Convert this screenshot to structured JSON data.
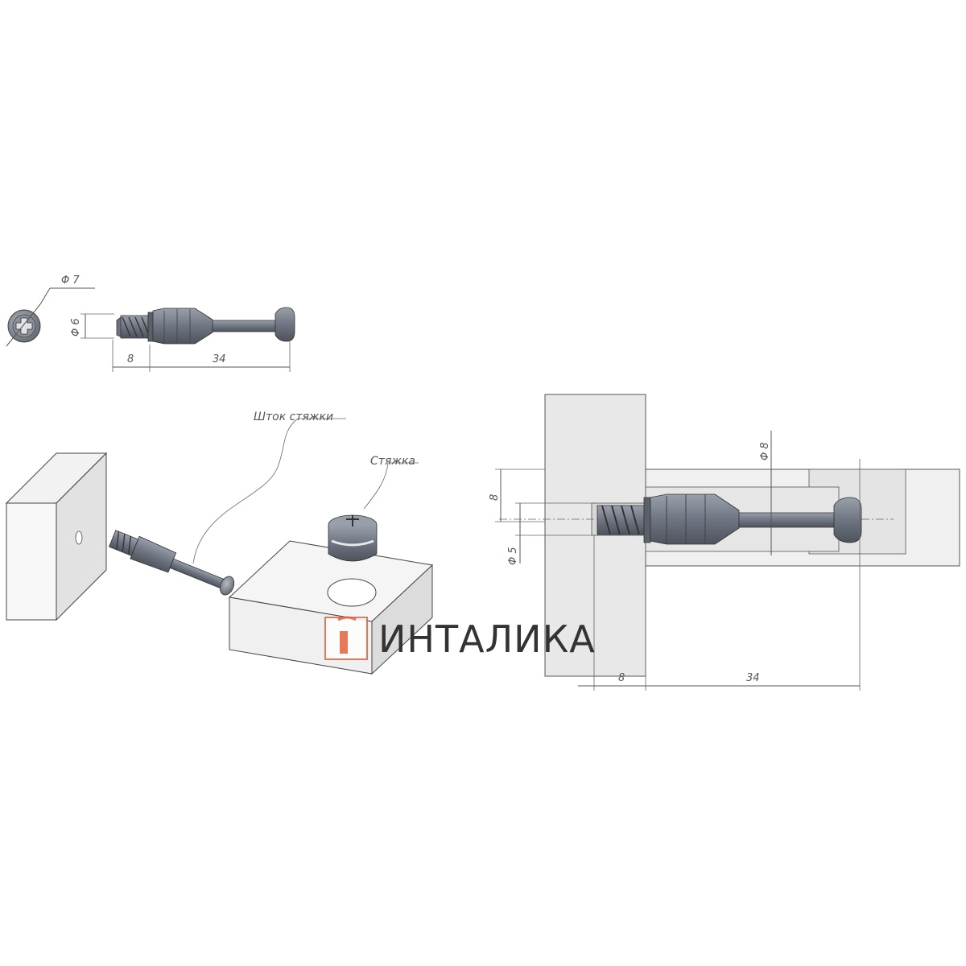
{
  "top_drawing": {
    "dim_head_diameter": "Φ 7",
    "dim_shank_diameter": "Φ 6",
    "dim_len_a": "8",
    "dim_len_b": "34"
  },
  "exploded_view": {
    "label_rod": "Шток стяжки",
    "label_cam": "Стяжка"
  },
  "section_view": {
    "dim_hole_8": "8",
    "dim_hole_5": "Φ 5",
    "dim_cam_8": "Φ 8",
    "dim_len_a": "8",
    "dim_len_b": "34"
  },
  "logo": {
    "text": "ИНТАЛИКА",
    "accent_color": "#e2643c"
  },
  "colors": {
    "part_fill": "#7d8390",
    "part_dark": "#4d525c",
    "board_fill": "#ececec",
    "line": "#555555"
  }
}
